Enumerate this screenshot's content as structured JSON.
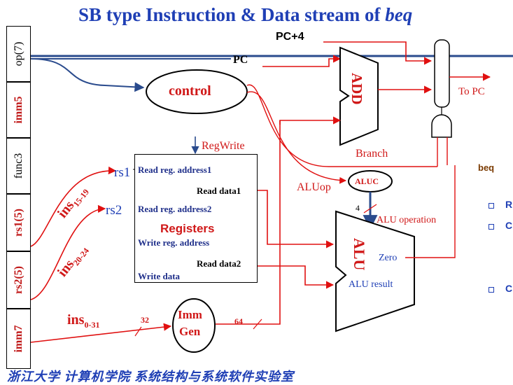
{
  "title": {
    "main": "SB type Instruction & Data stream of",
    "italic": "beq"
  },
  "instruction_fields": [
    {
      "label": "op(7)",
      "style": "blk"
    },
    {
      "label": "imm5",
      "style": "red"
    },
    {
      "label": "func3",
      "style": "blk"
    },
    {
      "label": "rs1(5)",
      "style": "red"
    },
    {
      "label": "rs2(5)",
      "style": "red"
    },
    {
      "label": "imm7",
      "style": "red"
    }
  ],
  "labels": {
    "pc_plus4": "PC+4",
    "pc": "PC",
    "control": "control",
    "add": "ADD",
    "to_pc": "To PC",
    "reg_write": "RegWrite",
    "branch": "Branch",
    "rs1": "rs1",
    "rs2": "rs2",
    "ins_15_19": "ins",
    "ins_15_19_sub": "15-19",
    "ins_20_24": "ins",
    "ins_20_24_sub": "20-24",
    "ins_0_31": "ins",
    "ins_0_31_sub": "0-31",
    "aluop": "ALUop",
    "aluc": "ALUC",
    "alu_width": "4",
    "alu_operation": "ALU operation",
    "alu": "ALU",
    "zero": "Zero",
    "alu_result": "ALU result",
    "imm_gen_1": "Imm",
    "imm_gen_2": "Gen",
    "width_32": "32",
    "width_64": "64"
  },
  "registers": {
    "title": "Registers",
    "read_addr1": "Read reg. address1",
    "read_addr2": "Read reg. address2",
    "write_addr": "Write reg. address",
    "write_data": "Write data",
    "read_data1": "Read data1",
    "read_data2": "Read data2"
  },
  "side_panel": {
    "heading": "beq",
    "items": [
      "R",
      "C",
      "C"
    ]
  },
  "footer": "浙江大学 计算机学院 系统结构与系统软件实验室",
  "colors": {
    "title": "#1f3fb5",
    "red": "#d01818",
    "navy": "#1f2f8a",
    "blue_line": "#2a4b8d"
  }
}
